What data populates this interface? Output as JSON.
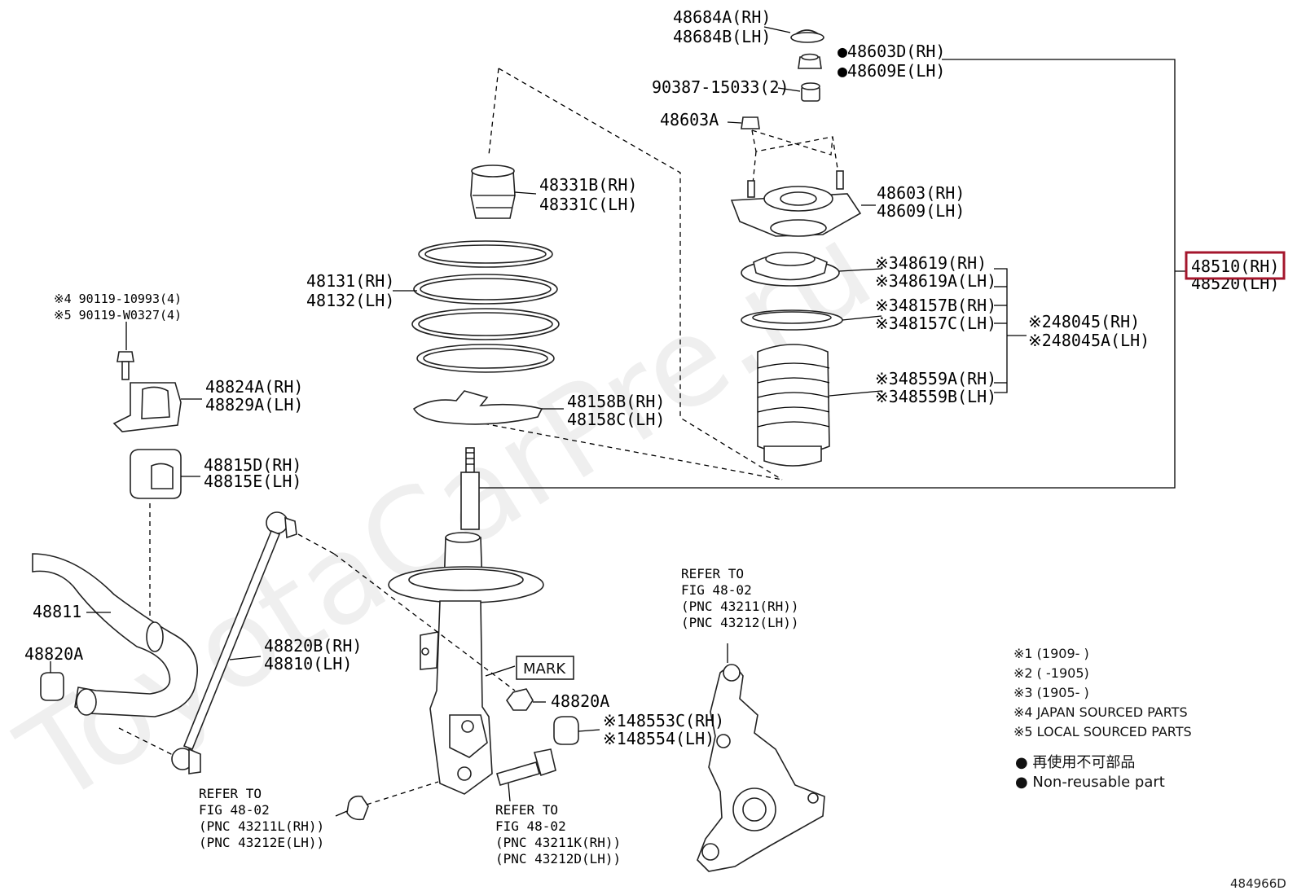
{
  "watermark": "ToyotaCarPre.ru",
  "labels": {
    "l48684a": "48684A(RH)",
    "l48684b": "48684B(LH)",
    "l48603d": "●48603D(RH)",
    "l48609e": "●48609E(LH)",
    "l90387": "90387-15033(2)",
    "l48603a": "48603A",
    "l48331b": "48331B(RH)",
    "l48331c": "48331C(LH)",
    "l48603": "48603(RH)",
    "l48609": "48609(LH)",
    "l48131": "48131(RH)",
    "l48132": "48132(LH)",
    "l48619": "※348619(RH)",
    "l48619a": "※348619A(LH)",
    "l48157b": "※348157B(RH)",
    "l48157c": "※348157C(LH)",
    "l48045": "※248045(RH)",
    "l48045a": "※248045A(LH)",
    "l48559a": "※348559A(RH)",
    "l48559b": "※348559B(LH)",
    "l48510": "48510(RH)",
    "l48520": "48520(LH)",
    "l90119a": "※4 90119-10993(4)",
    "l90119b": "※5 90119-W0327(4)",
    "l48824a": "48824A(RH)",
    "l48829a": "48829A(LH)",
    "l48158b": "48158B(RH)",
    "l48158c": "48158C(LH)",
    "l48815d": "48815D(RH)",
    "l48815e": "48815E(LH)",
    "l48811": "48811",
    "l48820b": "48820B(RH)",
    "l48810": "48810(LH)",
    "l48820a1": "48820A",
    "l48820a2": "48820A",
    "l48553c": "※148553C(RH)",
    "l48554": "※148554(LH)",
    "mark": "MARK",
    "code": "484966D"
  },
  "refer_knuckle": [
    "REFER TO",
    "FIG 48-02",
    "(PNC 43211(RH))",
    "(PNC 43212(LH))"
  ],
  "refer_left": [
    "REFER TO",
    "FIG 48-02",
    "(PNC 43211L(RH))",
    "(PNC 43212E(LH))"
  ],
  "refer_bolt": [
    "REFER TO",
    "FIG 48-02",
    "(PNC 43211K(RH))",
    "(PNC 43212D(LH))"
  ],
  "notes": [
    "※1 (1909-      )",
    "※2 (      -1905)",
    "※3 (1905-      )",
    "※4 JAPAN SOURCED PARTS",
    "※5 LOCAL SOURCED PARTS"
  ],
  "legend": [
    "● 再使用不可部品",
    "● Non-reusable part"
  ],
  "colors": {
    "highlight": "#a4162c",
    "line": "#000000"
  }
}
